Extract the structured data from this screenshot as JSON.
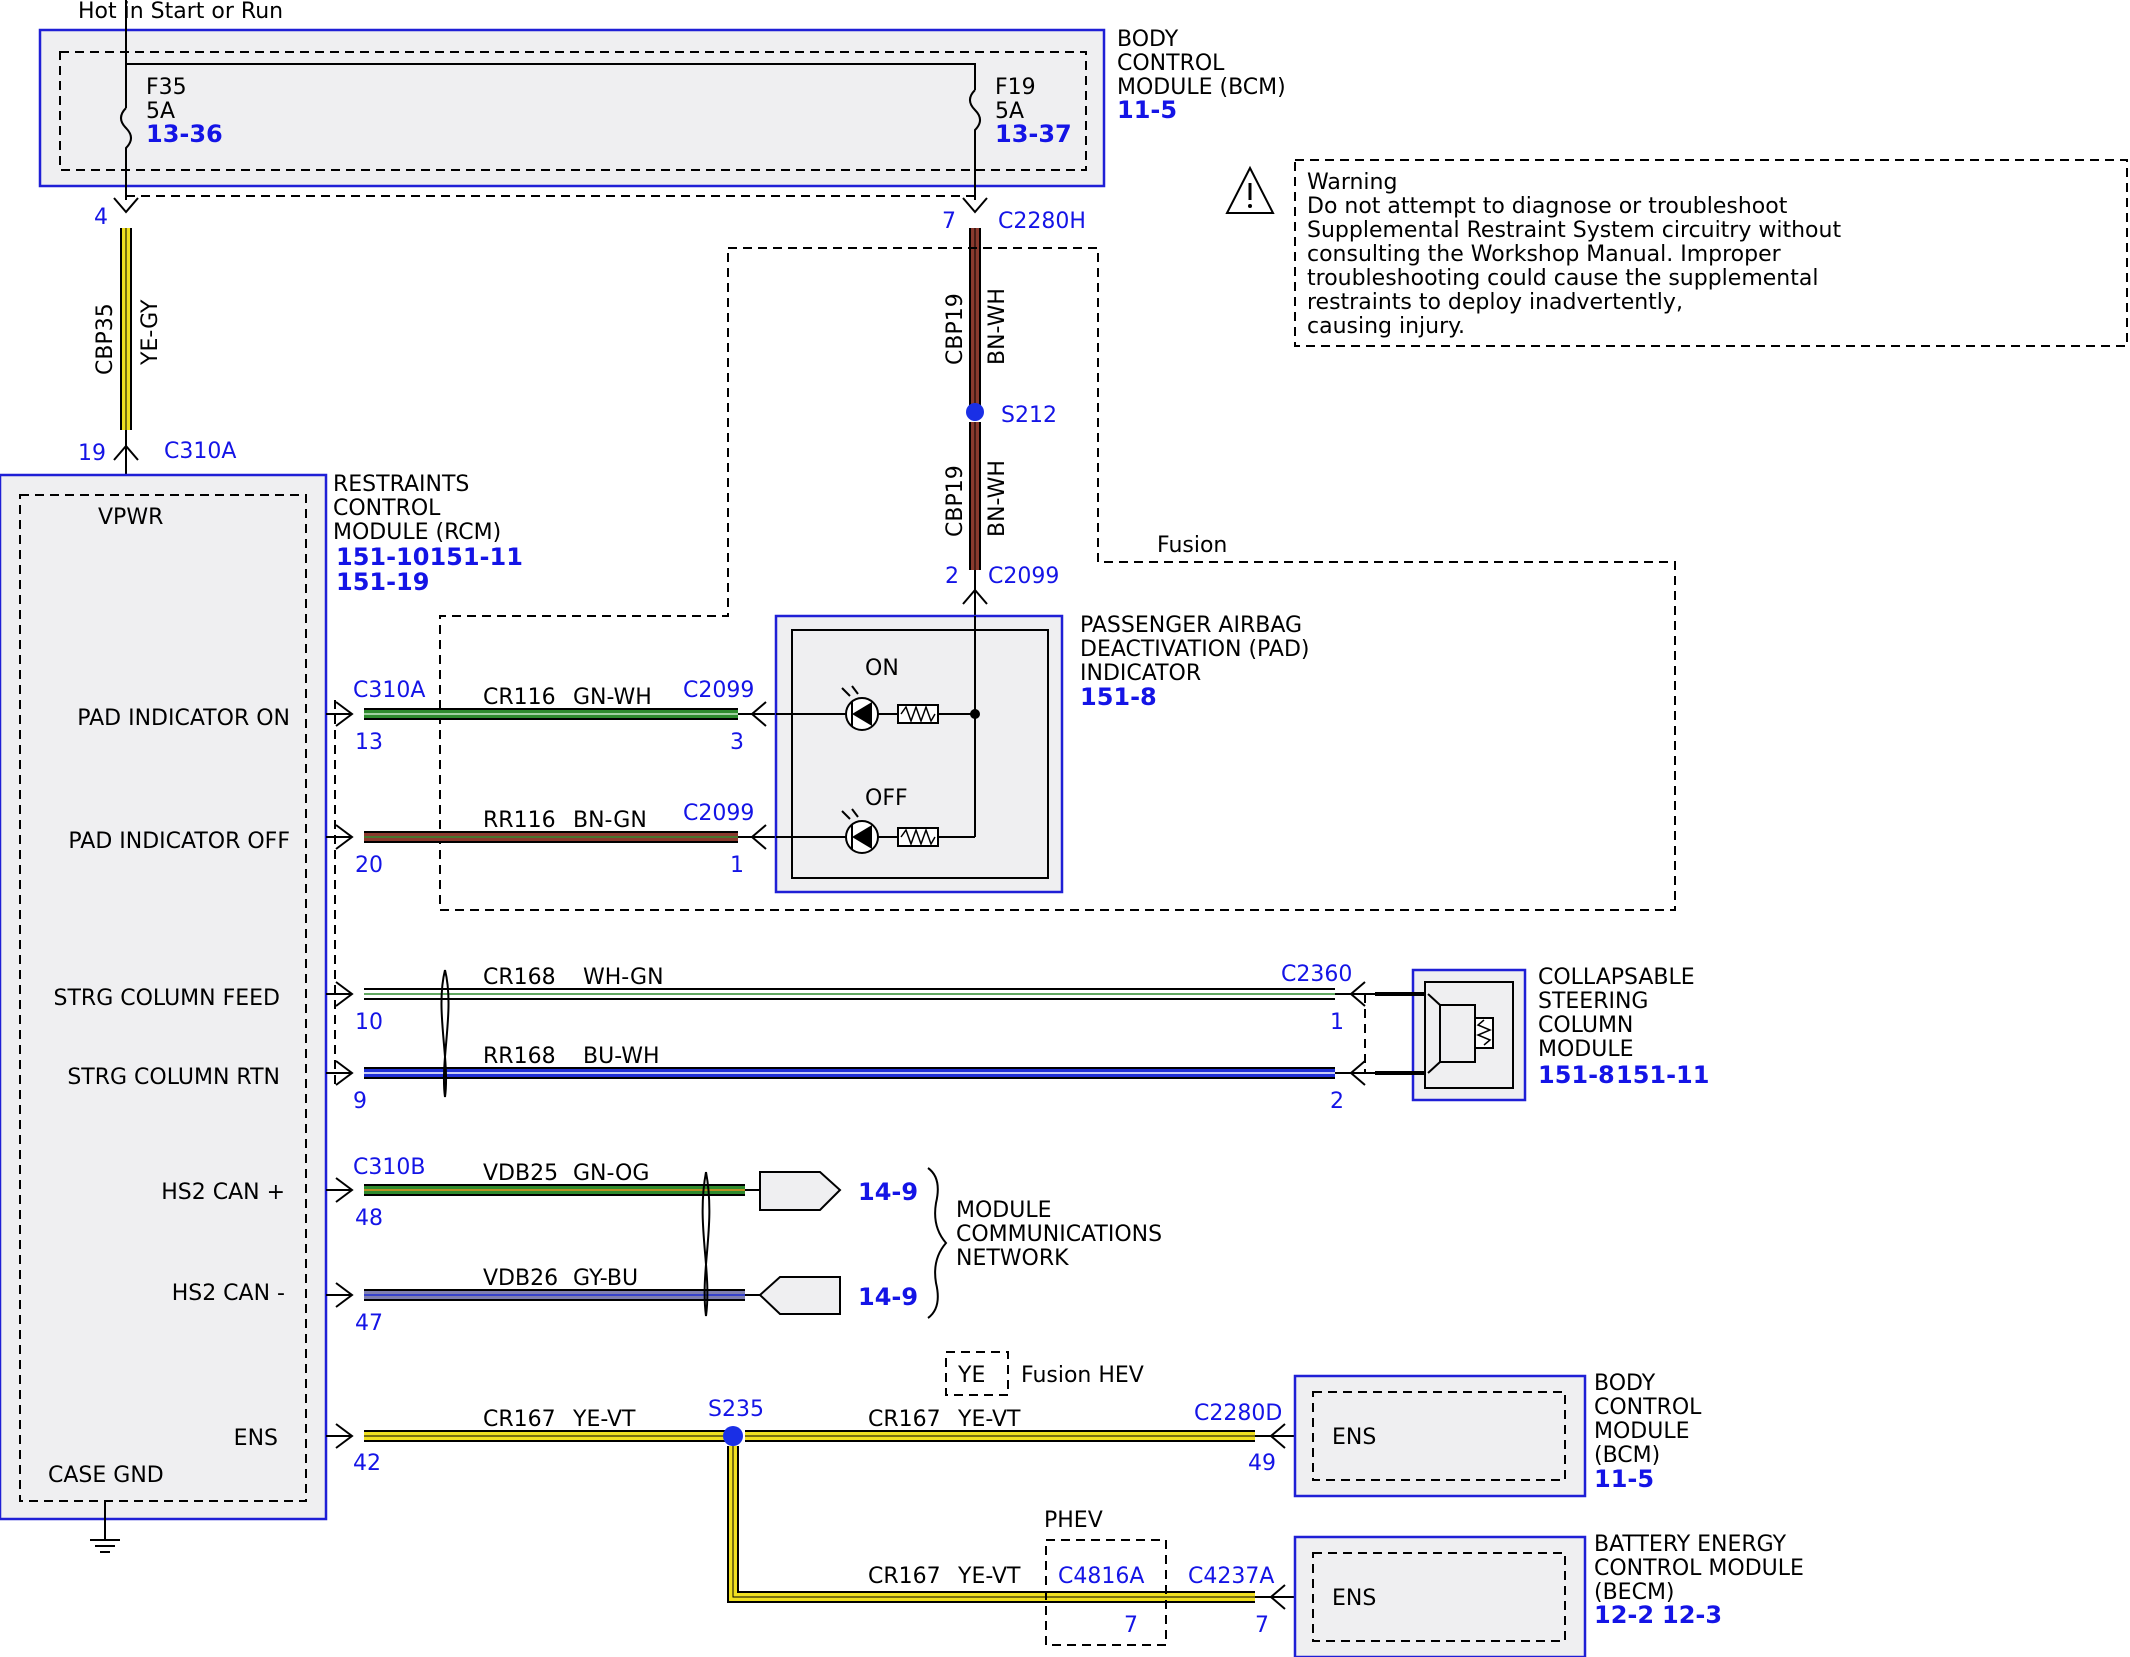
{
  "header": {
    "power_label": "Hot in Start or Run"
  },
  "bcm_top": {
    "title_lines": [
      "BODY",
      "CONTROL",
      "MODULE (BCM)"
    ],
    "ref": "11-5",
    "fuses": [
      {
        "name": "F35",
        "rating": "5A",
        "ref": "13-36"
      },
      {
        "name": "F19",
        "rating": "5A",
        "ref": "13-37"
      }
    ]
  },
  "warning": {
    "lines": [
      "Warning",
      "Do not attempt to diagnose or troubleshoot",
      "Supplemental Restraint System circuitry without",
      "consulting the Workshop Manual. Improper",
      "troubleshooting could cause the supplemental",
      "restraints to deploy inadvertently,",
      "causing injury."
    ]
  },
  "rcm": {
    "title_lines": [
      "RESTRAINTS",
      "CONTROL",
      "MODULE (RCM)"
    ],
    "refs": [
      "151-10151-11",
      "151-19"
    ],
    "vpwr": "VPWR",
    "case_gnd": "CASE GND",
    "pins": {
      "pad_on": "PAD INDICATOR ON",
      "pad_off": "PAD INDICATOR OFF",
      "strg_feed": "STRG COLUMN FEED",
      "strg_rtn": "STRG COLUMN RTN",
      "hs2_plus": "HS2 CAN +",
      "hs2_minus": "HS2 CAN -",
      "ens": "ENS"
    }
  },
  "wires": {
    "cbp35": {
      "circuit": "CBP35",
      "color": "YE-GY"
    },
    "cbp19_top": {
      "circuit": "CBP19",
      "color": "BN-WH"
    },
    "cbp19_bot": {
      "circuit": "CBP19",
      "color": "BN-WH"
    },
    "cr116": {
      "circuit": "CR116",
      "color": "GN-WH"
    },
    "rr116": {
      "circuit": "RR116",
      "color": "BN-GN"
    },
    "cr168": {
      "circuit": "CR168",
      "color": "WH-GN"
    },
    "rr168": {
      "circuit": "RR168",
      "color": "BU-WH"
    },
    "vdb25": {
      "circuit": "VDB25",
      "color": "GN-OG"
    },
    "vdb26": {
      "circuit": "VDB26",
      "color": "GY-BU"
    },
    "cr167_a": {
      "circuit": "CR167",
      "color": "YE-VT"
    },
    "cr167_b": {
      "circuit": "CR167",
      "color": "YE-VT"
    },
    "cr167_c": {
      "circuit": "CR167",
      "color": "YE-VT"
    }
  },
  "connectors": {
    "c2280h": "C2280H",
    "c310a_top": "C310A",
    "c2099_top": "C2099",
    "c310a": "C310A",
    "c2099_on": "C2099",
    "c2099_off": "C2099",
    "c2360": "C2360",
    "c310b": "C310B",
    "c2280d": "C2280D",
    "c4816a": "C4816A",
    "c4237a": "C4237A"
  },
  "splices": {
    "s212": "S212",
    "s235": "S235"
  },
  "pin_numbers": {
    "p4": "4",
    "p7": "7",
    "p19": "19",
    "p2": "2",
    "p13": "13",
    "p3": "3",
    "p20": "20",
    "p1": "1",
    "p10": "10",
    "p1b": "1",
    "p9": "9",
    "p2b": "2",
    "p48": "48",
    "p47": "47",
    "p42": "42",
    "p49": "49",
    "p7b": "7",
    "p7c": "7"
  },
  "pad": {
    "title_lines": [
      "PASSENGER AIRBAG",
      "DEACTIVATION (PAD)",
      "INDICATOR"
    ],
    "ref": "151-8",
    "on_label": "ON",
    "off_label": "OFF"
  },
  "fusion_label": "Fusion",
  "steering": {
    "title_lines": [
      "COLLAPSABLE",
      "STEERING",
      "COLUMN",
      "MODULE"
    ],
    "refs": [
      "151-8",
      "151-11"
    ]
  },
  "network": {
    "ref_plus": "14-9",
    "ref_minus": "14-9",
    "title_lines": [
      "MODULE",
      "COMMUNICATIONS",
      "NETWORK"
    ]
  },
  "hev": {
    "ye_label": "YE",
    "label": "Fusion HEV"
  },
  "phev": {
    "label": "PHEV"
  },
  "bcm_bottom": {
    "title_lines": [
      "BODY",
      "CONTROL",
      "MODULE",
      "(BCM)"
    ],
    "ref": "11-5",
    "pin_label": "ENS"
  },
  "becm": {
    "title_lines": [
      "BATTERY ENERGY",
      "CONTROL MODULE",
      "(BECM)"
    ],
    "refs": [
      "12-2",
      "12-3"
    ],
    "pin_label": "ENS"
  },
  "colors": {
    "module_border": "#1f1fd6",
    "module_fill": "#efeff1",
    "reference_blue": "#1414e6",
    "wire_yellow": "#f0e020",
    "wire_brown": "#8b3a2e",
    "wire_green": "#2e8b2e",
    "wire_blue": "#1f2fd6",
    "wire_gray_blue": "#7f7fb0",
    "wire_white_green": "#c8e8c8",
    "splice_blue": "#1a2fe6"
  }
}
